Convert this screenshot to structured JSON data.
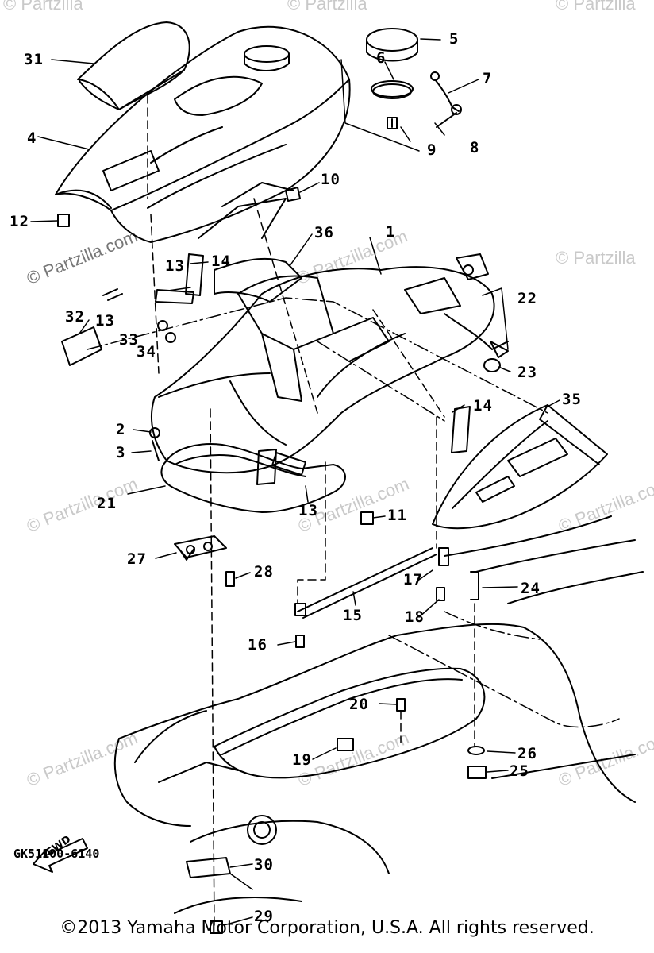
{
  "watermark": "© Partzilla",
  "watermark_com": "© Partzilla.com",
  "diagram_code": "GK51100-6140",
  "fwd_label": "FWD",
  "copyright": "©2013  Yamaha Motor Corporation, U.S.A. All rights reserved.",
  "callouts": [
    "1",
    "2",
    "3",
    "4",
    "5",
    "6",
    "7",
    "8",
    "9",
    "10",
    "11",
    "12",
    "13",
    "14",
    "15",
    "16",
    "17",
    "18",
    "19",
    "20",
    "21",
    "22",
    "23",
    "24",
    "25",
    "26",
    "27",
    "28",
    "29",
    "30",
    "31",
    "32",
    "33",
    "34",
    "35",
    "36"
  ],
  "extra_callouts": [
    "13",
    "13",
    "14"
  ]
}
